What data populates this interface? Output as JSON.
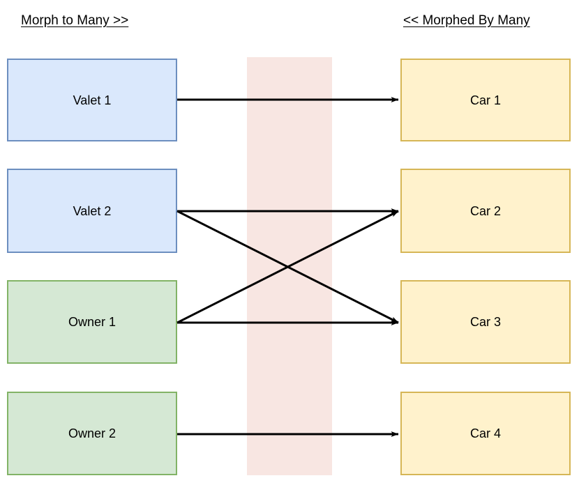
{
  "diagram": {
    "title_left": "Morph to Many >>",
    "title_right": "<< Morphed By Many",
    "colors": {
      "blue_fill": "#dae8fc",
      "blue_border": "#6c8ebf",
      "green_fill": "#d5e8d4",
      "green_border": "#82b366",
      "yellow_fill": "#fff2cc",
      "yellow_border": "#d6b656",
      "band_fill": "#f8e6e2",
      "edge_stroke": "#000000",
      "background": "#ffffff"
    },
    "left_nodes": [
      {
        "id": "valet-1",
        "label": "Valet 1",
        "type": "blue",
        "row": 1
      },
      {
        "id": "valet-2",
        "label": "Valet 2",
        "type": "blue",
        "row": 2
      },
      {
        "id": "owner-1",
        "label": "Owner 1",
        "type": "green",
        "row": 3
      },
      {
        "id": "owner-2",
        "label": "Owner 2",
        "type": "green",
        "row": 4
      }
    ],
    "right_nodes": [
      {
        "id": "car-1",
        "label": "Car 1",
        "type": "yellow",
        "row": 1
      },
      {
        "id": "car-2",
        "label": "Car 2",
        "type": "yellow",
        "row": 2
      },
      {
        "id": "car-3",
        "label": "Car 3",
        "type": "yellow",
        "row": 3
      },
      {
        "id": "car-4",
        "label": "Car 4",
        "type": "yellow",
        "row": 4
      }
    ],
    "edges": [
      {
        "id": "edge-valet1-car1",
        "from": "Valet 1",
        "to": "Car 1",
        "shape": "straight"
      },
      {
        "id": "edge-valet2-car2",
        "from": "Valet 2",
        "to": "Car 2",
        "shape": "straight"
      },
      {
        "id": "edge-valet2-car3",
        "from": "Valet 2",
        "to": "Car 3",
        "shape": "diagonal-down"
      },
      {
        "id": "edge-owner1-car2",
        "from": "Owner 1",
        "to": "Car 2",
        "shape": "diagonal-up"
      },
      {
        "id": "edge-owner1-car3",
        "from": "Owner 1",
        "to": "Car 3",
        "shape": "straight"
      },
      {
        "id": "edge-owner2-car4",
        "from": "Owner 2",
        "to": "Car 4",
        "shape": "straight"
      }
    ]
  }
}
